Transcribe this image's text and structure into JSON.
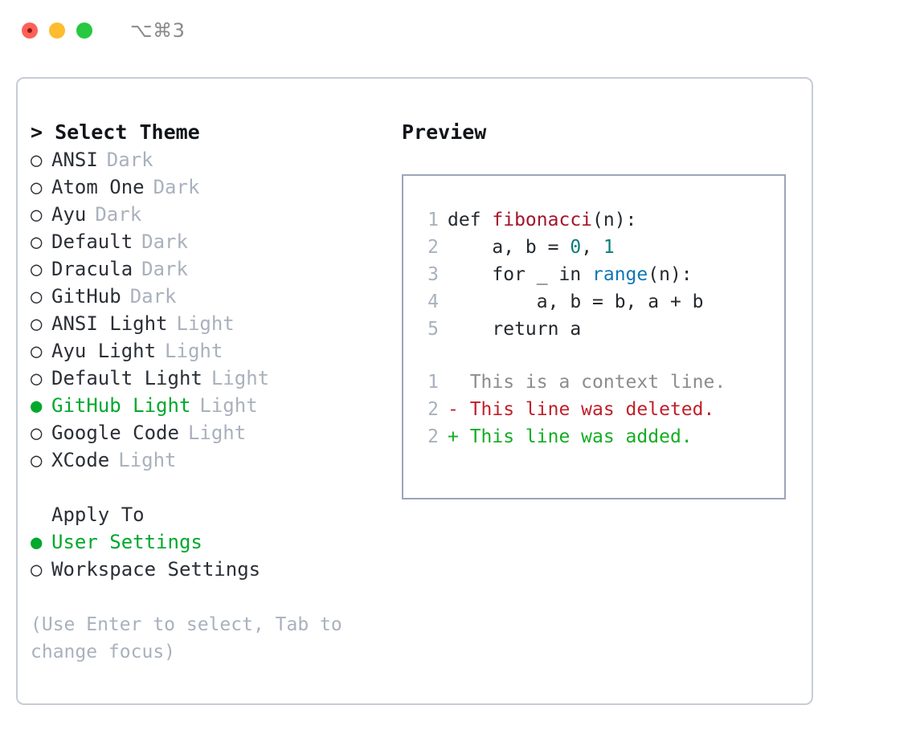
{
  "titlebar": {
    "shortcut": "⌥⌘3",
    "buttons": {
      "close": "close",
      "minimize": "minimize",
      "maximize": "maximize"
    }
  },
  "accent": {
    "green": "#00a82d",
    "muted": "#a9b1bd",
    "border": "#c7ccd6",
    "preview_border": "#9aa6b8"
  },
  "left": {
    "heading": "> Select Theme",
    "themes": [
      {
        "marker": "○",
        "name": "ANSI",
        "kind": "Dark",
        "selected": false
      },
      {
        "marker": "○",
        "name": "Atom One",
        "kind": "Dark",
        "selected": false
      },
      {
        "marker": "○",
        "name": "Ayu",
        "kind": "Dark",
        "selected": false
      },
      {
        "marker": "○",
        "name": "Default",
        "kind": "Dark",
        "selected": false
      },
      {
        "marker": "○",
        "name": "Dracula",
        "kind": "Dark",
        "selected": false
      },
      {
        "marker": "○",
        "name": "GitHub",
        "kind": "Dark",
        "selected": false
      },
      {
        "marker": "○",
        "name": "ANSI Light",
        "kind": "Light",
        "selected": false
      },
      {
        "marker": "○",
        "name": "Ayu Light",
        "kind": "Light",
        "selected": false
      },
      {
        "marker": "○",
        "name": "Default Light",
        "kind": "Light",
        "selected": false
      },
      {
        "marker": "●",
        "name": "GitHub Light",
        "kind": "Light",
        "selected": true
      },
      {
        "marker": "○",
        "name": "Google Code",
        "kind": "Light",
        "selected": false
      },
      {
        "marker": "○",
        "name": "XCode",
        "kind": "Light",
        "selected": false
      }
    ],
    "apply_to": {
      "heading": "Apply To",
      "options": [
        {
          "marker": "●",
          "label": "User Settings",
          "selected": true
        },
        {
          "marker": "○",
          "label": "Workspace Settings",
          "selected": false
        }
      ]
    },
    "hint": "(Use Enter to select, Tab to change focus)"
  },
  "preview": {
    "title": "Preview",
    "code_lines": [
      {
        "no": "1",
        "tokens": [
          {
            "t": "def ",
            "c": "plain"
          },
          {
            "t": "fibonacci",
            "c": "func"
          },
          {
            "t": "(n):",
            "c": "plain"
          }
        ]
      },
      {
        "no": "2",
        "tokens": [
          {
            "t": "    a, b = ",
            "c": "plain"
          },
          {
            "t": "0",
            "c": "num"
          },
          {
            "t": ", ",
            "c": "plain"
          },
          {
            "t": "1",
            "c": "num"
          }
        ]
      },
      {
        "no": "3",
        "tokens": [
          {
            "t": "    for _ in ",
            "c": "plain"
          },
          {
            "t": "range",
            "c": "call"
          },
          {
            "t": "(n):",
            "c": "plain"
          }
        ]
      },
      {
        "no": "4",
        "tokens": [
          {
            "t": "        a, b = b, a + b",
            "c": "plain"
          }
        ]
      },
      {
        "no": "5",
        "tokens": [
          {
            "t": "    return a",
            "c": "plain"
          }
        ]
      }
    ],
    "diff_lines": [
      {
        "no": "1",
        "text": "  This is a context line.",
        "kind": "ctx"
      },
      {
        "no": "2",
        "text": "- This line was deleted.",
        "kind": "del"
      },
      {
        "no": "2",
        "text": "+ This line was added.",
        "kind": "add"
      }
    ]
  }
}
